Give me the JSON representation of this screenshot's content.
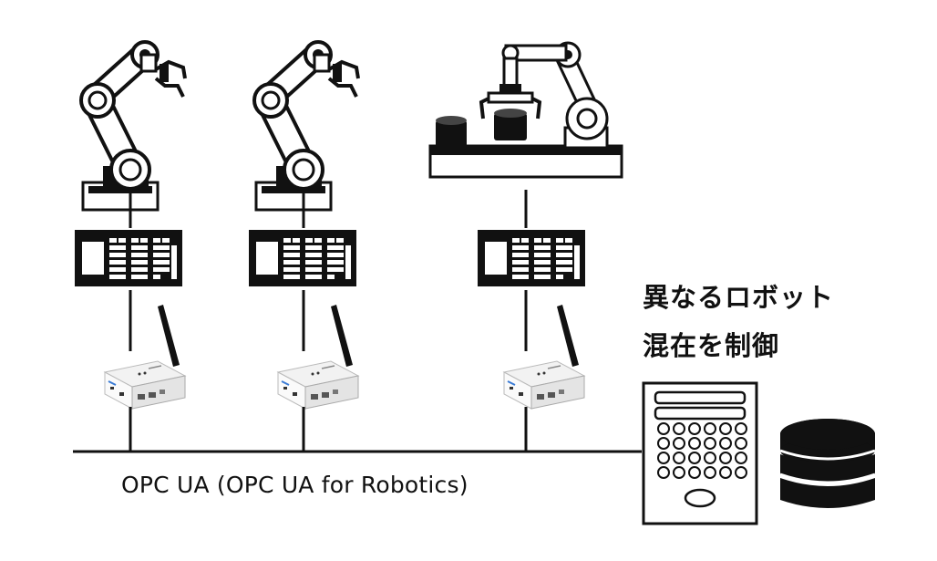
{
  "network": {
    "label": "OPC UA (OPC UA for Robotics)"
  },
  "callout": {
    "line1": "異なるロボット",
    "line2": "混在を制御"
  },
  "columns": [
    {
      "robot": "robot-arm-icon",
      "controller": "controller-panel-icon",
      "gateway": "wireless-gateway-icon"
    },
    {
      "robot": "robot-arm-icon",
      "controller": "controller-panel-icon",
      "gateway": "wireless-gateway-icon"
    },
    {
      "robot": "pick-and-place-robot-icon",
      "controller": "controller-panel-icon",
      "gateway": "wireless-gateway-icon"
    }
  ],
  "server": {
    "icon": "control-server-icon"
  },
  "database": {
    "icon": "database-icon"
  }
}
